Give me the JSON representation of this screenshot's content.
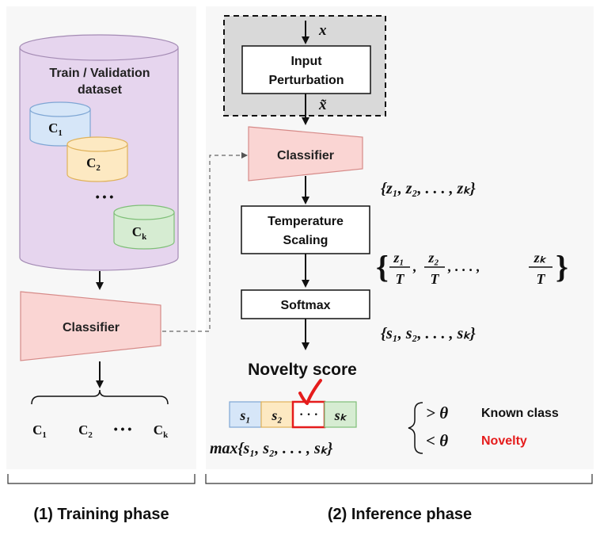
{
  "training": {
    "dataset_label_line1": "Train / Validation",
    "dataset_label_line2": "dataset",
    "class_1": "C",
    "class_1_sub": "1",
    "class_2": "C",
    "class_2_sub": "2",
    "class_ellipsis": "• • •",
    "class_k": "C",
    "class_k_sub": "k",
    "classifier_label": "Classifier",
    "output_c1": "C",
    "output_c1_sub": "1",
    "output_c2": "C",
    "output_c2_sub": "2",
    "output_ellipsis": "• • •",
    "output_ck": "C",
    "output_ck_sub": "k",
    "phase_label": "(1) Training phase"
  },
  "inference": {
    "input_x": "x",
    "input_perturbation_line1": "Input",
    "input_perturbation_line2": "Perturbation",
    "perturbed_x": "x̃",
    "classifier_label": "Classifier",
    "logits_set": "{z₁, z₂, . . . , zₖ}",
    "temperature_line1": "Temperature",
    "temperature_line2": "Scaling",
    "scaled_set_prefix": "{",
    "scaled_z1": "z₁",
    "scaled_z2": "z₂",
    "scaled_zk": "zₖ",
    "scaled_T": "T",
    "scaled_sep1": ",",
    "scaled_sep2": ", . . . ,",
    "scaled_set_suffix": "}",
    "softmax_label": "Softmax",
    "softmax_set": "{s₁, s₂, . . . , sₖ}",
    "novelty_score_label": "Novelty score",
    "score_cell_1": "s₁",
    "score_cell_2": "s₂",
    "score_cell_dots": "· · ·",
    "score_cell_k": "sₖ",
    "max_expression": "max{s₁, s₂, . . . , sₖ}",
    "gt_theta": "> θ",
    "lt_theta": "< θ",
    "known_class_label": "Known class",
    "novelty_label": "Novelty",
    "phase_label": "(2) Inference phase"
  },
  "colors": {
    "dataset_fill": "#e6d5ee",
    "c1_fill": "#d6e6f8",
    "c2_fill": "#fde9c2",
    "ck_fill": "#d6ecd2",
    "classifier_fill": "#fad5d3",
    "perturb_bg": "#d9d9d9",
    "novelty_red": "#e51c1c",
    "panel_bg": "#f7f7f7"
  }
}
